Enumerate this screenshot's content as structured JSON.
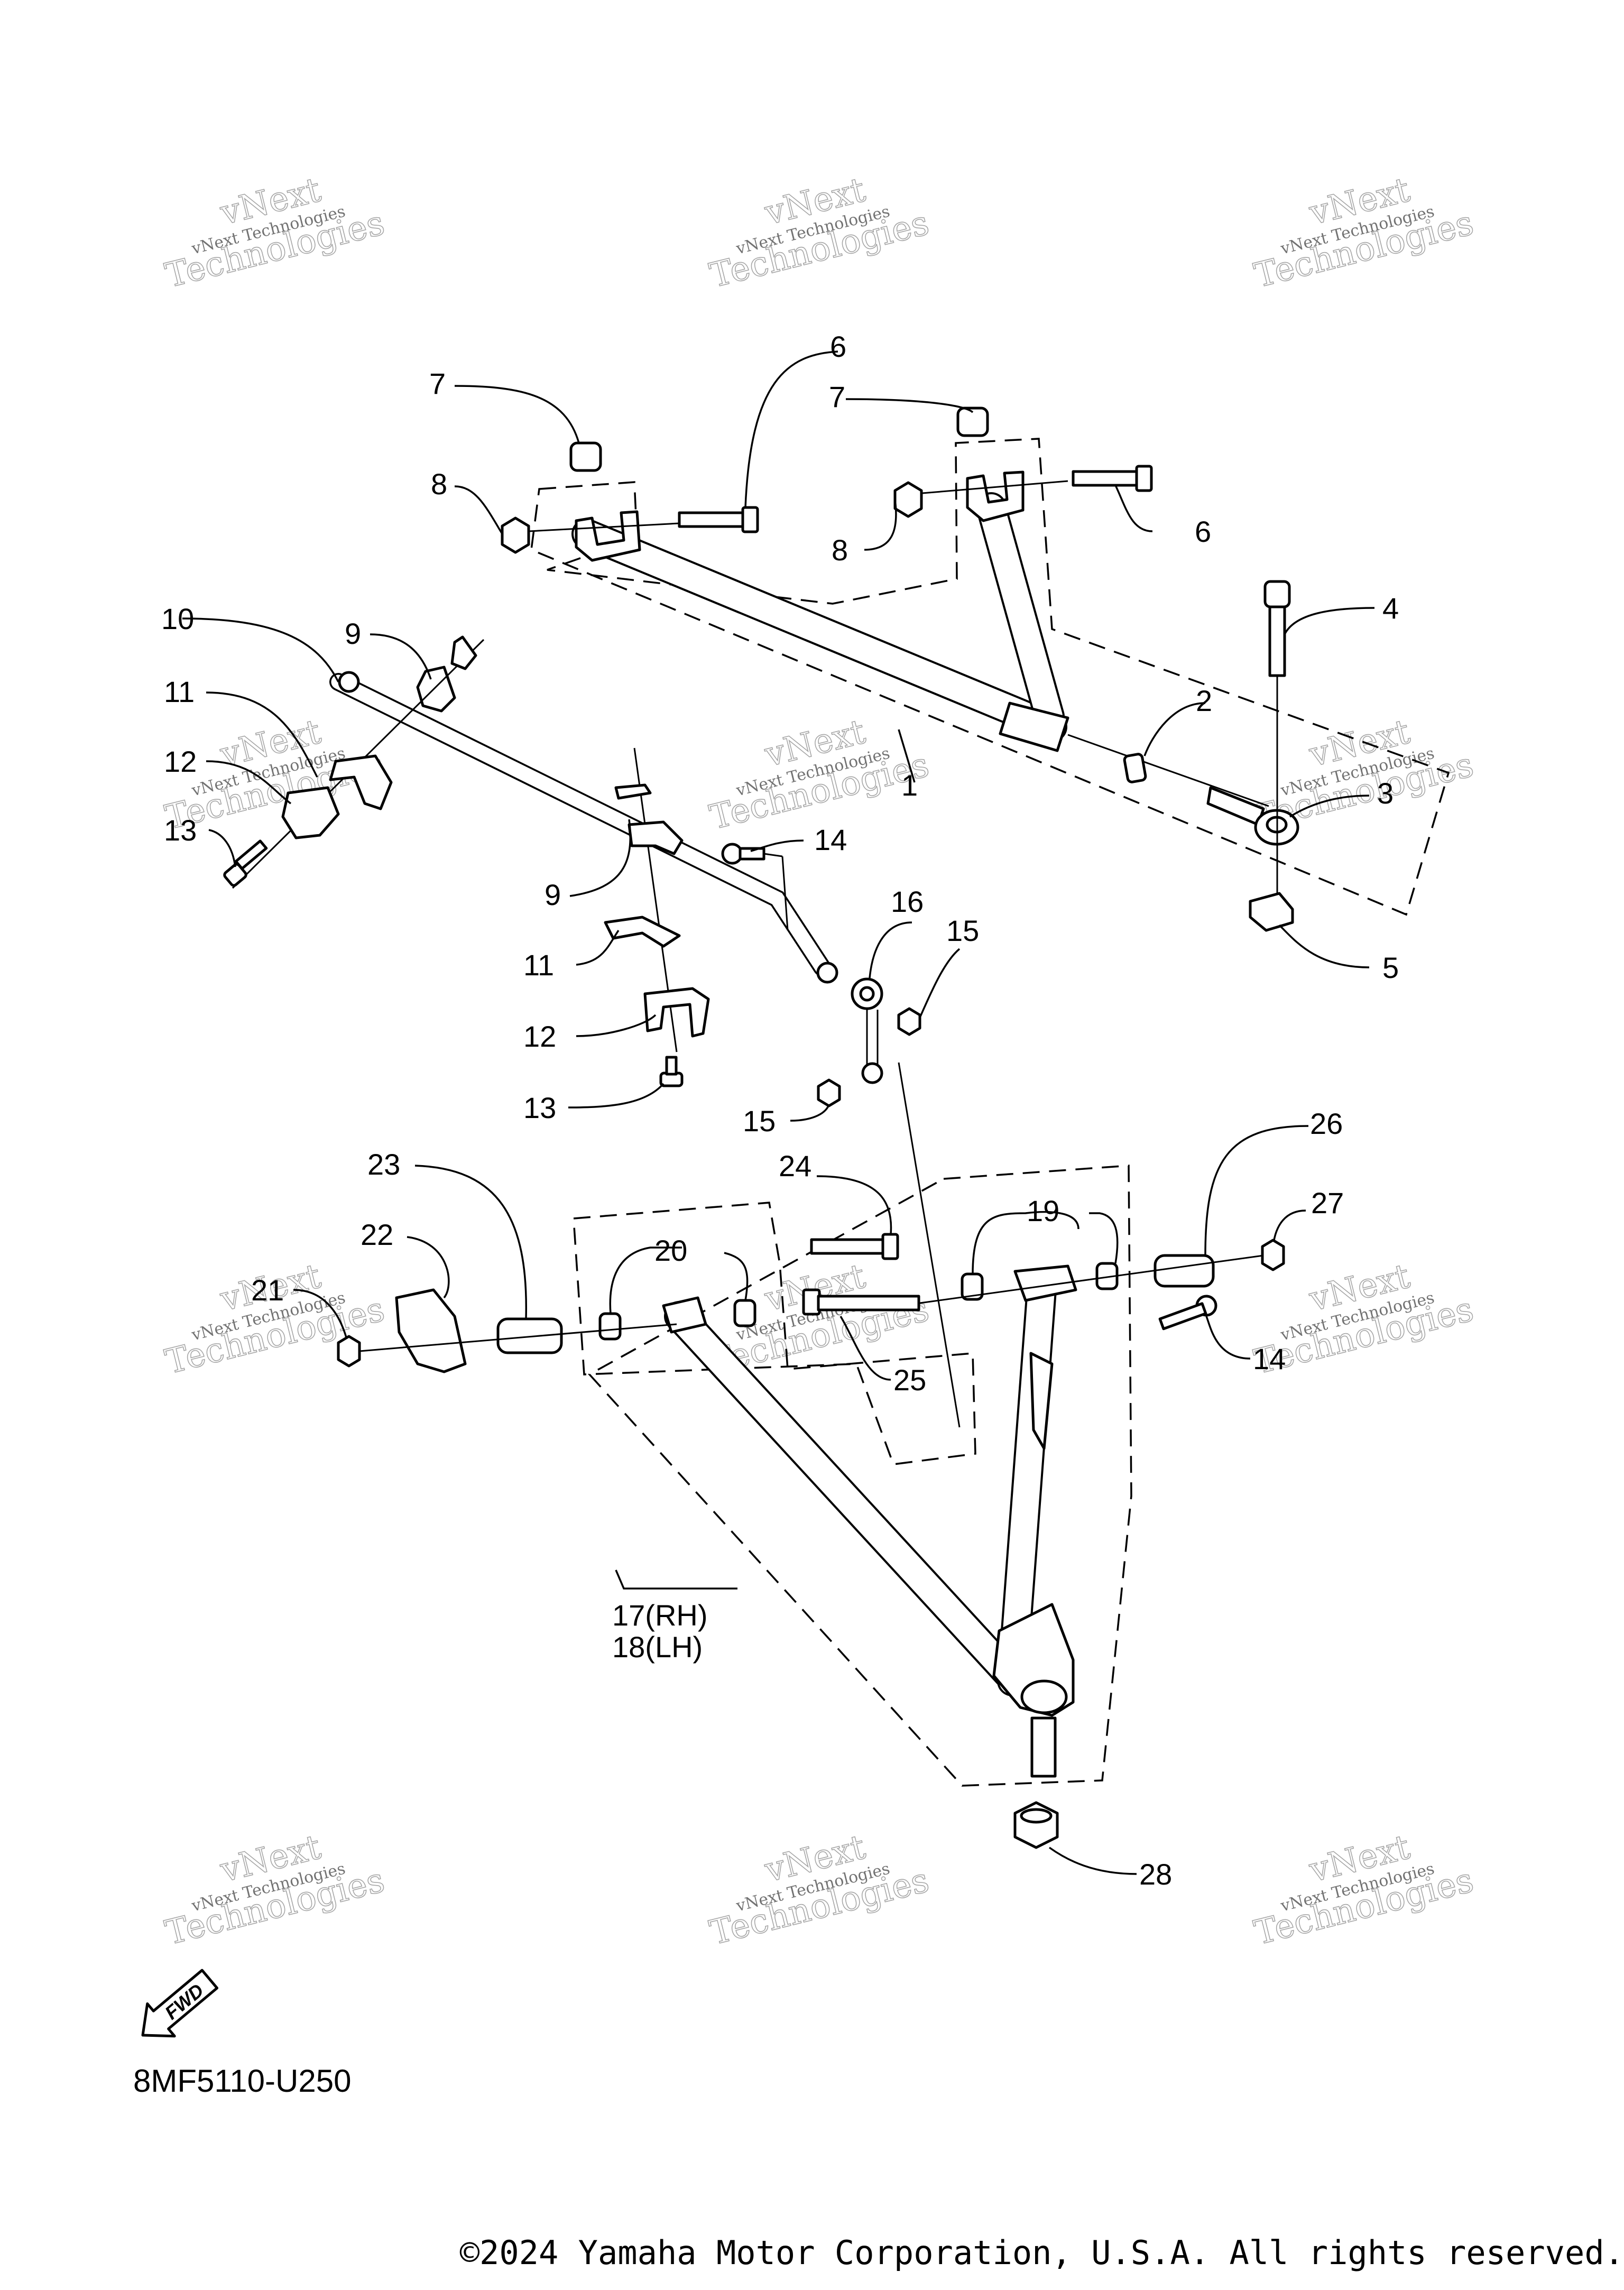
{
  "callouts": {
    "c1": "1",
    "c2": "2",
    "c3": "3",
    "c4": "4",
    "c5": "5",
    "c6a": "6",
    "c6b": "6",
    "c7a": "7",
    "c7b": "7",
    "c8a": "8",
    "c8b": "8",
    "c9a": "9",
    "c9b": "9",
    "c10": "10",
    "c11a": "11",
    "c11b": "11",
    "c12a": "12",
    "c12b": "12",
    "c13a": "13",
    "c13b": "13",
    "c14a": "14",
    "c14b": "14",
    "c15a": "15",
    "c15b": "15",
    "c16": "16",
    "c17": "17(RH)",
    "c18": "18(LH)",
    "c19": "19",
    "c20": "20",
    "c21": "21",
    "c22": "22",
    "c23": "23",
    "c24": "24",
    "c25": "25",
    "c26": "26",
    "c27": "27",
    "c28": "28"
  },
  "fwd_label": "FWD",
  "diagram_code": "8MF5110-U250",
  "copyright": "©2024 Yamaha Motor Corporation, U.S.A. All rights reserved.",
  "watermark": {
    "line1": "vNext Technologies",
    "line2": "Technologies",
    "brand": "vNext"
  }
}
